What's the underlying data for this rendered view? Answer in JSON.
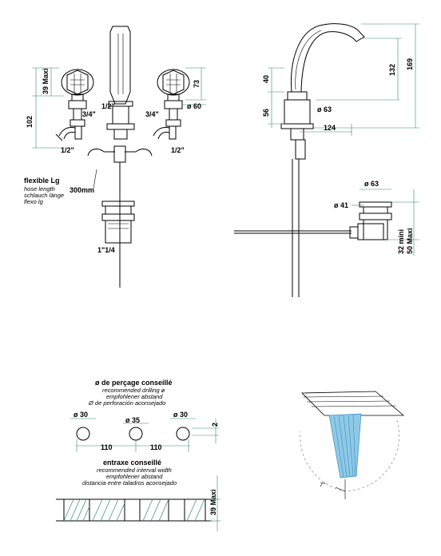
{
  "front_view": {
    "dim_knob_top": "39 Maxi",
    "dim_knob_height": "102",
    "dim_spout_to_deck": "73",
    "dim_escutcheon": "ø 60",
    "thread_left": "3/4\"",
    "thread_right": "3/4\"",
    "thread_center": "1/2\"",
    "outlet_left": "1/2\"",
    "outlet_right": "1/2\"",
    "hose_title": "flexible Lg",
    "hose_lines": [
      "hose length",
      "schlauch länge",
      "flexo lg"
    ],
    "hose_length": "300mm",
    "drain_thread": "1\"1/4"
  },
  "side_view": {
    "dim_spout_height": "169",
    "dim_spout_reach": "132",
    "dim_upper": "40",
    "dim_lower": "56",
    "dim_base": "ø 63",
    "dim_projection": "124"
  },
  "drain_detail": {
    "dim_top": "ø 63",
    "dim_side": "ø 41",
    "dim_height": "32 mini\n50 Maxi",
    "dim_height_a": "32 mini",
    "dim_height_b": "50 Maxi"
  },
  "drilling": {
    "title": "ø de perçage conseillé",
    "lines": [
      "recommended drilling ø",
      "empfohlener abstand",
      "Ø de perforación aconsejado"
    ],
    "hole_left": "ø 30",
    "hole_center": "ø 35",
    "hole_right": "ø 30",
    "thickness": "2",
    "spacing_left": "110",
    "spacing_right": "110",
    "interval_title": "entraxe conseillé",
    "interval_lines": [
      "recommended interval width",
      "empfohlener abstand",
      "distancia entre taladros aconsejado"
    ],
    "deck_max": "39 Maxi"
  },
  "flow_detail": {
    "angle": "7°"
  }
}
